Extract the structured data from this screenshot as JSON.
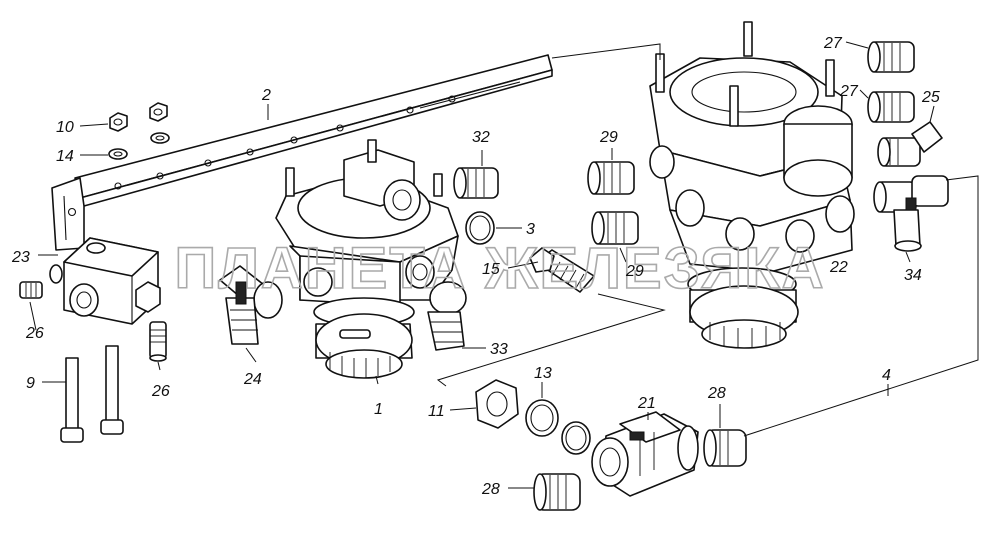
{
  "watermark": "ПЛАНЕТА ЖЕЛЕЗЯКА",
  "labels": {
    "l1": "1",
    "l2": "2",
    "l3": "3",
    "l4": "4",
    "l9": "9",
    "l10": "10",
    "l11": "11",
    "l13": "13",
    "l14": "14",
    "l15": "15",
    "l21": "21",
    "l22": "22",
    "l23": "23",
    "l24": "24",
    "l25": "25",
    "l26a": "26",
    "l26b": "26",
    "l27a": "27",
    "l27b": "27",
    "l28a": "28",
    "l28b": "28",
    "l29a": "29",
    "l29b": "29",
    "l32": "32",
    "l33": "33",
    "l34": "34"
  }
}
